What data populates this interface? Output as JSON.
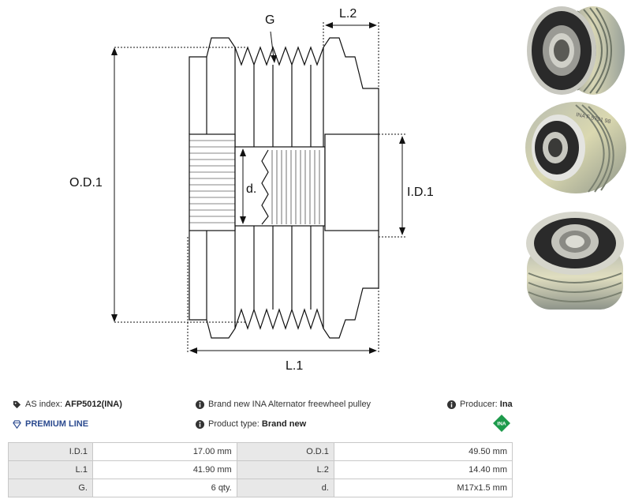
{
  "diagram": {
    "labels": {
      "groove": "G",
      "length2": "L.2",
      "outer_diameter": "O.D.1",
      "thread": "d.",
      "inner_diameter": "I.D.1",
      "length1": "L.1"
    }
  },
  "photos": [
    {
      "name": "pulley-photo-side"
    },
    {
      "name": "pulley-photo-angled",
      "engraving": "INA F 5791 98"
    },
    {
      "name": "pulley-photo-top"
    }
  ],
  "info": {
    "as_index_label": "AS index:",
    "as_index_value": "AFP5012(INA)",
    "description": "Brand new INA Alternator freewheel pulley",
    "producer_label": "Producer:",
    "producer_value": "Ina",
    "premium_line": "PREMIUM LINE",
    "product_type_label": "Product type:",
    "product_type_value": "Brand new",
    "brand_logo_text": "INA"
  },
  "specs": [
    {
      "l1": "I.D.1",
      "v1": "17.00 mm",
      "l2": "O.D.1",
      "v2": "49.50 mm"
    },
    {
      "l1": "L.1",
      "v1": "41.90 mm",
      "l2": "L.2",
      "v2": "14.40 mm"
    },
    {
      "l1": "G.",
      "v1": "6 qty.",
      "l2": "d.",
      "v2": "M17x1.5 mm"
    }
  ],
  "colors": {
    "premium": "#2b4a8f",
    "ina_logo": "#1d9a4b",
    "table_label_bg": "#e8e8e8",
    "table_border": "#c8c8c8"
  }
}
